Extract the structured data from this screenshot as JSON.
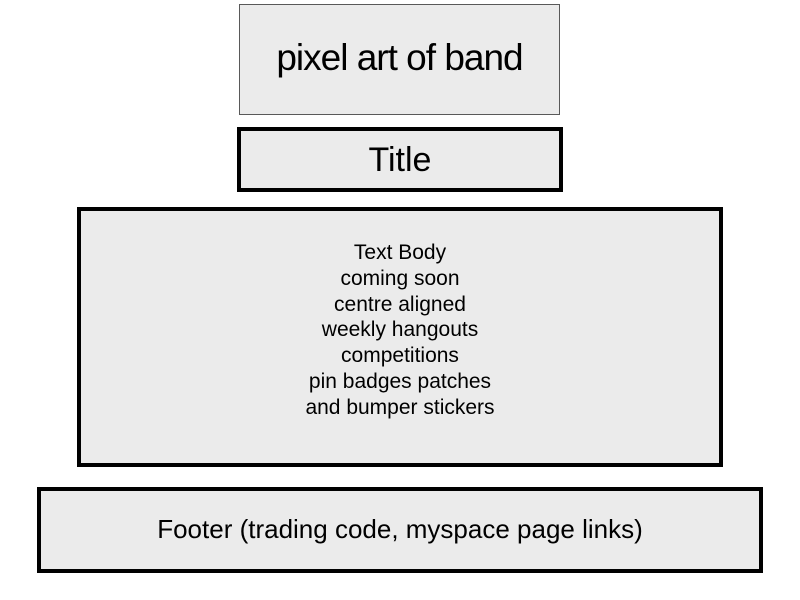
{
  "header_image": {
    "label": "pixel art of band"
  },
  "title": {
    "label": "Title"
  },
  "body": {
    "lines": [
      "Text Body",
      "coming soon",
      "centre aligned",
      "weekly hangouts",
      "competitions",
      "pin badges patches",
      "and bumper stickers"
    ]
  },
  "footer": {
    "label": "Footer (trading code, myspace page links)"
  }
}
